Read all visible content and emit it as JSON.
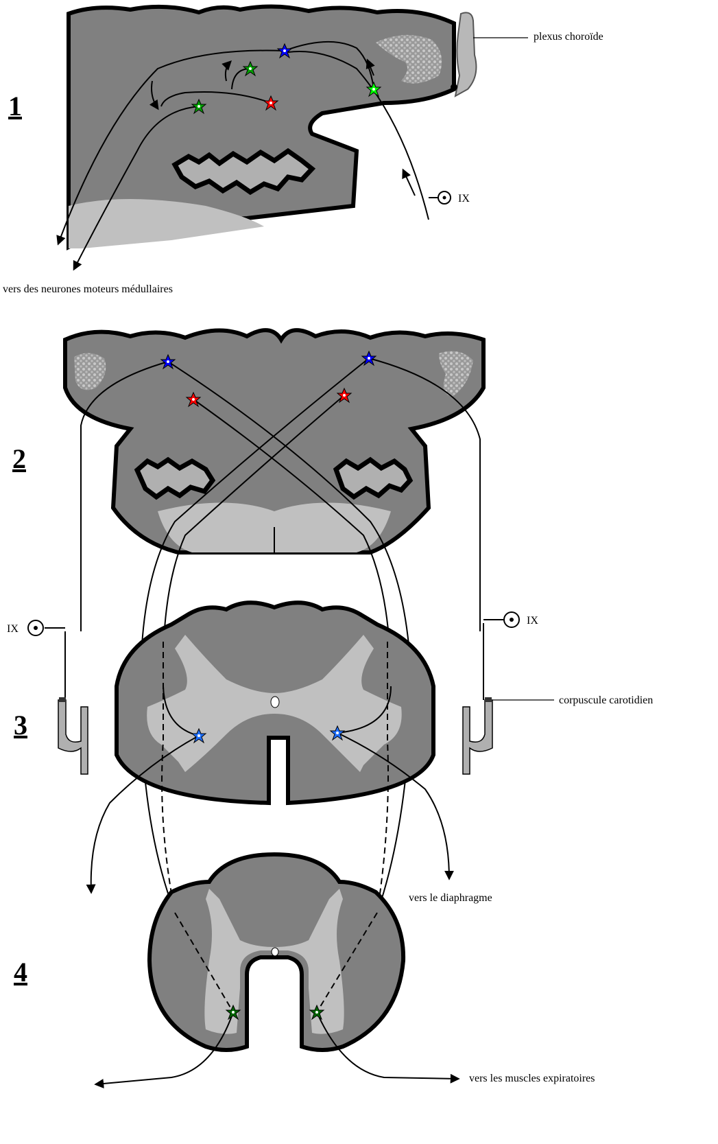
{
  "panels": {
    "p1": {
      "number": "1"
    },
    "p2": {
      "number": "2"
    },
    "p3": {
      "number": "3"
    },
    "p4": {
      "number": "4"
    }
  },
  "labels": {
    "choroid_plexus": "plexus choroïde",
    "nerve_ix_p1": "IX",
    "nerve_ix_left": "IX",
    "nerve_ix_right": "IX",
    "medullary_motor_neurons": "vers des neurones moteurs médullaires",
    "carotid_body": "corpuscule carotidien",
    "diaphragm": "vers le diaphragme",
    "expiratory_muscles": "vers les muscles expiratoires"
  },
  "colors": {
    "white_matter": "#808080",
    "gray_matter": "#c0c0c0",
    "outline": "#000000",
    "neuron_blue": "#0000ff",
    "neuron_red": "#ff0000",
    "neuron_green": "#00c000",
    "neuron_dark_green": "#006400",
    "neuron_light_blue": "#1e6fff",
    "spotted_nucleus": "#b8b8b8"
  }
}
